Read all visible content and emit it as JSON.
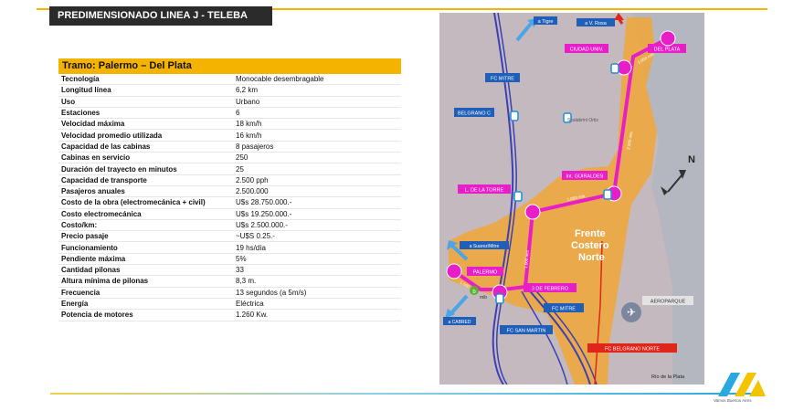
{
  "header": {
    "title": "PREDIMENSIONADO LINEA J - TELEBA"
  },
  "table": {
    "heading": "Tramo: Palermo – Del Plata",
    "rows": [
      {
        "k": "Tecnología",
        "v": "Monocable desembragable"
      },
      {
        "k": "Longitud línea",
        "v": "6,2 km"
      },
      {
        "k": "Uso",
        "v": "Urbano"
      },
      {
        "k": "Estaciones",
        "v": "6"
      },
      {
        "k": "Velocidad máxima",
        "v": "18 km/h"
      },
      {
        "k": "Velocidad promedio utilizada",
        "v": "16 km/h"
      },
      {
        "k": "Capacidad de las cabinas",
        "v": "8 pasajeros"
      },
      {
        "k": "Cabinas en servicio",
        "v": "250"
      },
      {
        "k": "Duración del trayecto en minutos",
        "v": "25"
      },
      {
        "k": "Capacidad de transporte",
        "v": "2.500 pph"
      },
      {
        "k": "Pasajeros anuales",
        "v": "2.500.000"
      },
      {
        "k": "Costo de la obra (electromecánica + civil)",
        "v": "U$s 28.750.000.-"
      },
      {
        "k": "Costo electromecánica",
        "v": "U$s 19.250.000.-"
      },
      {
        "k": "Costo/km:",
        "v": "U$s 2.500.000.-"
      },
      {
        "k": "Precio pasaje",
        "v": "~U$S 0.25.-"
      },
      {
        "k": "Funcionamiento",
        "v": "19 hs/día"
      },
      {
        "k": "Pendiente máxima",
        "v": "5%"
      },
      {
        "k": "Cantidad pilonas",
        "v": "33"
      },
      {
        "k": "Altura mínima de pilonas",
        "v": "8,3 m."
      },
      {
        "k": "Frecuencia",
        "v": "13 segundos (a 5m/s)"
      },
      {
        "k": "Energía",
        "v": "Eléctrica"
      },
      {
        "k": "Potencia de motores",
        "v": "1.260 Kw."
      }
    ]
  },
  "map": {
    "arrows": {
      "tigre": "a Tigre",
      "vrosa": "a V. Rosa",
      "suarez": "a Suarez/Mitre",
      "cabred": "a CABRED"
    },
    "stations": {
      "ciudad": "CIUDAD UNIV.",
      "delplata": "DEL PLATA",
      "guiraldes": "Int. GÜIRALDES",
      "torre": "L. DE LA TORRE",
      "palermo": "PALERMO",
      "febrero": "3 DE FEBRERO"
    },
    "rail": {
      "mitre_top": "FC MITRE",
      "belgrano_c": "BELGRANO C",
      "mitre_bottom": "FC MITRE",
      "sanmartin": "FC SAN MARTIN",
      "belgrano_norte": "FC BELGRANO NORTE"
    },
    "places": {
      "scalabrini": "Scalabrini Ortiz",
      "frente1": "Frente",
      "frente2": "Costero",
      "frente3": "Norte",
      "aeroparque": "AEROPARQUE",
      "rio": "Río de la Plata",
      "north": "N",
      "mib": "mib",
      "bike_b": "b"
    },
    "distances": {
      "d1": "2.000 mts",
      "d2": "1.000 mts",
      "d3": "1.000 mts",
      "d4": "1.000 mts",
      "d5": "1.000 mts"
    }
  },
  "logo": {
    "text": "BA",
    "sub": "Vamos Buenos Aires"
  },
  "colors": {
    "accent": "#f5b301",
    "line": "#e81ec8",
    "rail_blue": "#1f5fb8",
    "rail_red": "#e0251b"
  }
}
